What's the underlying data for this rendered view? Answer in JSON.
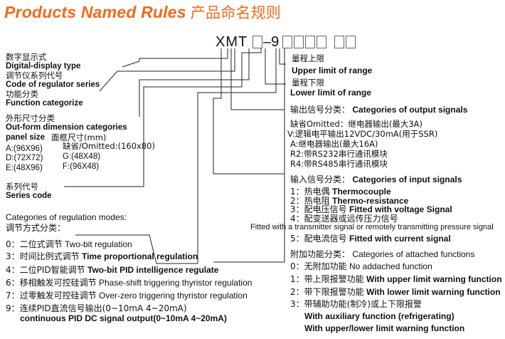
{
  "title": {
    "en": "Products Named Rules",
    "cn": "产品命名规则"
  },
  "code": {
    "prefix": "XMT",
    "dash": "–9"
  },
  "left": {
    "digital_cn": "数字显示式",
    "digital_en": "Digital-display type",
    "series_cn": "调节仪系列代号",
    "series_en": "Code of regulator series",
    "func_cn": "功能分类",
    "func_en": "Function categorize",
    "outform_cn": "外形尺寸分类",
    "outform_en": "Out-form dimension categories",
    "panel_en": "panel size",
    "panel_cn": "面框尺寸(mm)",
    "sizes": {
      "a": "A:(96X96)",
      "omitted": "缺省/Omitted:(160x80)",
      "d": "D:(72X72)",
      "g": "G:(48X48)",
      "e": "E:(48X96)",
      "f": "F:(96X48)"
    },
    "seriescode_cn": "系列代号",
    "seriescode_en": "Series code",
    "reg_en": "Categories of regulation modes:",
    "reg_cn": "调节方式分类：",
    "reg_items": [
      {
        "cn": "0：二位式调节",
        "en": "Two-bit regulation"
      },
      {
        "cn": "3：时间比例式调节",
        "en": "Time proportional regulation"
      },
      {
        "cn": "4：二位PID智能调节",
        "en": "Two-bit PID intelligence regulate"
      },
      {
        "cn": "6：移相触发可控硅调节",
        "en": "Phase-shift triggering thyristor regulation"
      },
      {
        "cn": "7：过零触发可控硅调节",
        "en": "Over-zero triggering thyristor regulation"
      }
    ],
    "reg9_cn": "9：连续PID直流信号输出(0~10mA  4~20mA)",
    "reg9_en": "continuous PID DC signal output(0~10mA  4~20mA)"
  },
  "right": {
    "upper_cn": "量程上限",
    "upper_en": "Upper limit of range",
    "lower_cn": "量程下限",
    "lower_en": "Lower limit of range",
    "output_head_cn": "输出信号分类：",
    "output_head_en": "Categories of output signals",
    "output_items": [
      "缺省Omitted：继电器输出(最大3A)",
      "V:逻辑电平输出12VDC/30mA(用于SSR)",
      "A:继电器输出(最大16A)",
      "R2:带RS232串行通讯模块",
      "R4:带RS485串行通讯模块"
    ],
    "input_head_cn": "输入信号分类：",
    "input_head_en": "Categories of input signals",
    "input_items": [
      {
        "cn": "1：热电偶",
        "en": "Thermocouple"
      },
      {
        "cn": "2：热电阻",
        "en": "Thermo-resistance"
      },
      {
        "cn": "3：配电压信号",
        "en": "Fitted with voltage Signal"
      },
      {
        "cn": "4：配变送器或远传压力信号",
        "en": ""
      }
    ],
    "input_transmitter_en": "Fitted with a transmitter signal or remotely transmitting pressure signal",
    "input_current_cn": "5：配电流信号",
    "input_current_en": "Fitted with current signal",
    "attached_head_cn": "附加功能分类：",
    "attached_head_en": "Categories of attached functions",
    "attached_items": [
      {
        "cn": "0：无附加功能",
        "en": "No addached function"
      },
      {
        "cn": "1：带上限报警功能",
        "en": "With upper limit warning function"
      },
      {
        "cn": "2：带下限报警功能",
        "en": "With lower limit warning function"
      },
      {
        "cn": "3：带辅助功能(制冷)或上下限报警",
        "en": ""
      }
    ],
    "attached_aux_en": "With auxiliary function (refrigerating)",
    "attached_updown_en": "With upper/lower limit warning function"
  }
}
